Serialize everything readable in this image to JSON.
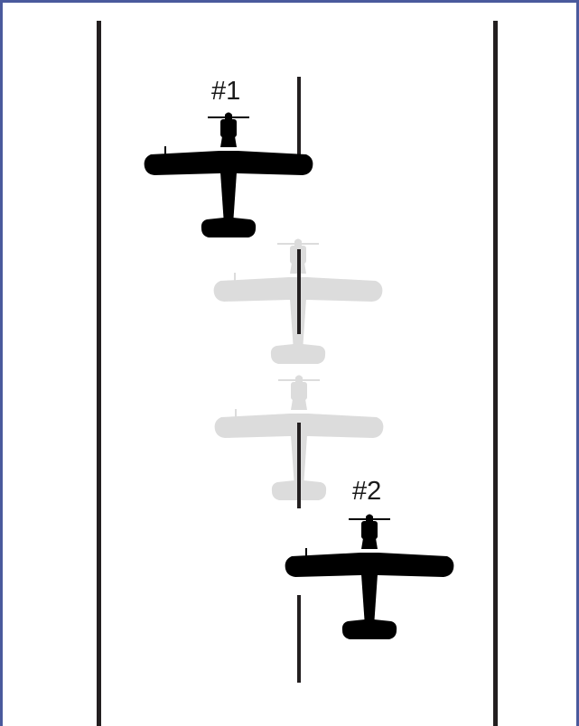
{
  "planes": [
    {
      "id": "plane-1",
      "label": "#1"
    },
    {
      "id": "plane-2",
      "label": "#2"
    }
  ],
  "colors": {
    "frame_border": "#4a5a9c",
    "runway_edge": "#231f20",
    "centerline": "#231f20",
    "plane_solid": "#000000",
    "plane_ghost": "#dcdcdc"
  }
}
